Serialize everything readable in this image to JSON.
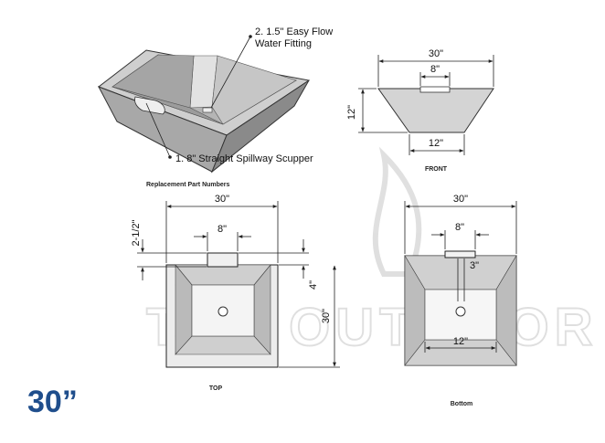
{
  "size_badge": "30”",
  "callouts": {
    "fitting_line1": "2. 1.5\" Easy Flow",
    "fitting_line2": "Water Fitting",
    "scupper": "1. 8\" Straight Spillway Scupper"
  },
  "section_title": "Replacement Part Numbers",
  "front": {
    "label": "FRONT",
    "width": "30\"",
    "scupper_width": "8\"",
    "height": "12\"",
    "base_width": "12\""
  },
  "top": {
    "label": "TOP",
    "width": "30\"",
    "scupper_width": "8\"",
    "scupper_depth": "2-1/2\"",
    "scupper_offset": "4\"",
    "depth": "30\""
  },
  "bottom": {
    "label": "Bottom",
    "width": "30\"",
    "scupper_width": "8\"",
    "drain_offset": "3\"",
    "base_width": "12\""
  },
  "watermark": "THE OUTDOOR",
  "colors": {
    "bowl_light": "#d9d9d9",
    "bowl_mid": "#bdbdbd",
    "bowl_dark": "#9a9a9a",
    "accent": "#1f4e8c"
  }
}
